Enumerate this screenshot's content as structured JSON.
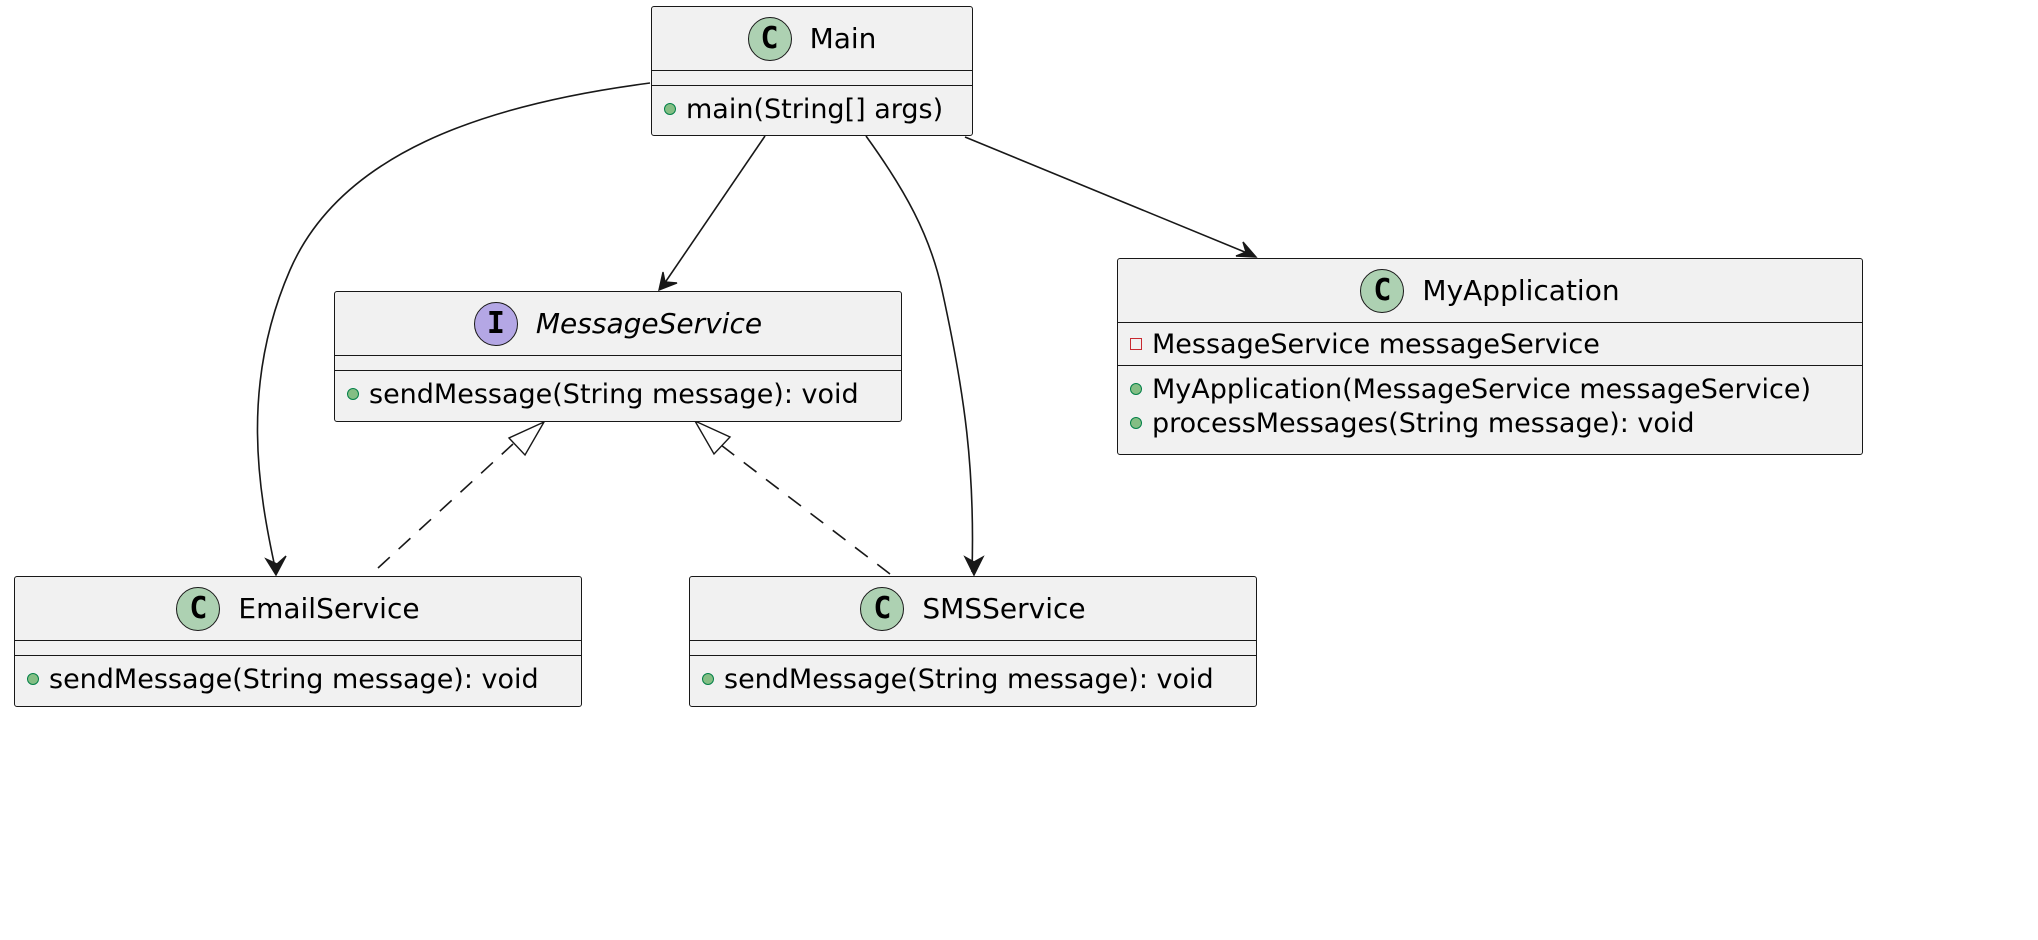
{
  "diagram": {
    "classes": {
      "main": {
        "name": "Main",
        "stereotype_letter": "C",
        "operations": [
          {
            "visibility": "public",
            "text": "main(String[] args)"
          }
        ]
      },
      "message_service": {
        "name": "MessageService",
        "stereotype_letter": "I",
        "operations": [
          {
            "visibility": "public",
            "text": "sendMessage(String message): void"
          }
        ]
      },
      "my_application": {
        "name": "MyApplication",
        "stereotype_letter": "C",
        "attributes": [
          {
            "visibility": "private",
            "text": "MessageService messageService"
          }
        ],
        "operations": [
          {
            "visibility": "public",
            "text": "MyApplication(MessageService messageService)"
          },
          {
            "visibility": "public",
            "text": "processMessages(String message): void"
          }
        ]
      },
      "email_service": {
        "name": "EmailService",
        "stereotype_letter": "C",
        "operations": [
          {
            "visibility": "public",
            "text": "sendMessage(String message): void"
          }
        ]
      },
      "sms_service": {
        "name": "SMSService",
        "stereotype_letter": "C",
        "operations": [
          {
            "visibility": "public",
            "text": "sendMessage(String message): void"
          }
        ]
      }
    },
    "relations": [
      {
        "from": "Main",
        "to": "EmailService",
        "type": "dependency"
      },
      {
        "from": "Main",
        "to": "MessageService",
        "type": "dependency"
      },
      {
        "from": "Main",
        "to": "SMSService",
        "type": "dependency"
      },
      {
        "from": "Main",
        "to": "MyApplication",
        "type": "dependency"
      },
      {
        "from": "EmailService",
        "to": "MessageService",
        "type": "realization"
      },
      {
        "from": "SMSService",
        "to": "MessageService",
        "type": "realization"
      }
    ],
    "colors": {
      "class_fill": "#f1f1f1",
      "border": "#181818",
      "class_badge": "#add1b2",
      "interface_badge": "#b4a7e5",
      "public_marker": "#84be84",
      "private_marker": "#c82930"
    }
  }
}
